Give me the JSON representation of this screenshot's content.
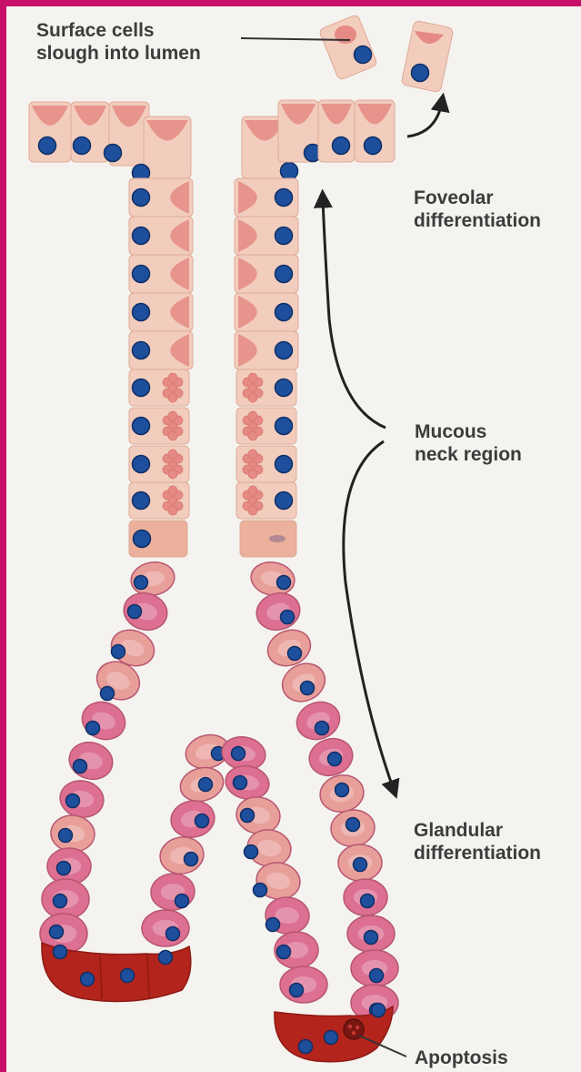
{
  "labels": {
    "surface_line1": "Surface cells",
    "surface_line2": "slough into lumen",
    "foveolar_line1": "Foveolar",
    "foveolar_line2": "differentiation",
    "mucous_line1": "Mucous",
    "mucous_line2": "neck region",
    "glandular_line1": "Glandular",
    "glandular_line2": "differentiation",
    "apoptosis": "Apoptosis"
  },
  "colors": {
    "frame": "#c8106a",
    "background": "#f4f3ef",
    "cell_body": "#f2cdbd",
    "cell_edge": "#e0ab98",
    "mucin_cap": "#e58a84",
    "nucleus": "#1e4f9c",
    "nucleus_edge": "#0f2f66",
    "gland_cell": "#e89f9a",
    "gland_cell_pink": "#dc6f92",
    "gland_cell_edge": "#b85670",
    "base_cell": "#b3241d",
    "arrow": "#222222",
    "label_text": "#3c3c3c"
  }
}
